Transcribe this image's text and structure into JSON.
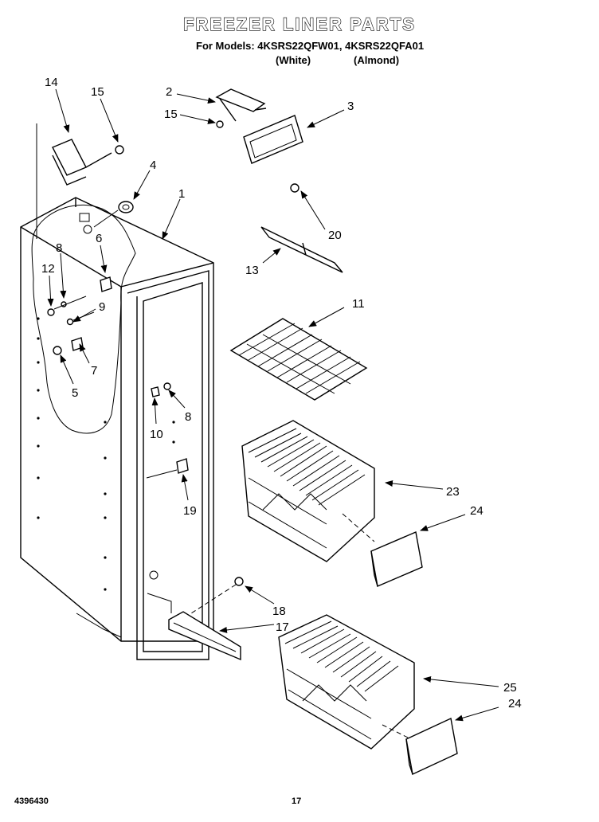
{
  "header": {
    "title": "FREEZER LINER PARTS",
    "models": "For Models: 4KSRS22QFW01, 4KSRS22QFA01",
    "variant_white": "(White)",
    "variant_almond": "(Almond)"
  },
  "footer": {
    "doc_number": "4396430",
    "page_number": "17"
  },
  "callouts": {
    "c14": "14",
    "c15a": "15",
    "c2": "2",
    "c15b": "15",
    "c3": "3",
    "c4": "4",
    "c1": "1",
    "c6": "6",
    "c8a": "8",
    "c12": "12",
    "c9": "9",
    "c7": "7",
    "c5": "5",
    "c20": "20",
    "c13": "13",
    "c11": "11",
    "c8b": "8",
    "c10": "10",
    "c19": "19",
    "c23": "23",
    "c24a": "24",
    "c18": "18",
    "c17": "17",
    "c25": "25",
    "c24b": "24"
  }
}
